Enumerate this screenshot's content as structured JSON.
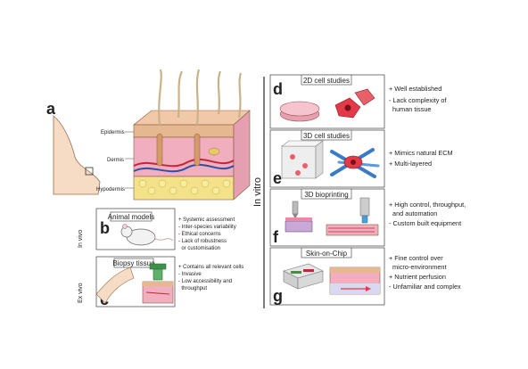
{
  "panel_a": {
    "letter": "a",
    "layers": [
      "Epidermis",
      "Dermis",
      "Hypodermis"
    ]
  },
  "panel_b": {
    "letter": "b",
    "side_label": "In vivo",
    "box_title": "Animal models",
    "bullets": [
      "+ Systemic assessment",
      "- Inter-species variability",
      "- Ethical concerns",
      "- Lack of robustness",
      "  or customisation"
    ]
  },
  "panel_c": {
    "letter": "c",
    "side_label": "Ex vivo",
    "box_title": "Biopsy tissue",
    "bullets": [
      "+ Contains all relevant cells",
      "- Invasive",
      "- Low accessibility and",
      "  throughput"
    ]
  },
  "in_vitro_label": "In vitro",
  "panel_d": {
    "letter": "d",
    "box_title": "2D cell studies",
    "bullets": [
      "+ Well established",
      "- Lack complexity of",
      "  human tissue"
    ]
  },
  "panel_e": {
    "letter": "e",
    "box_title": "3D cell studies",
    "bullets": [
      "+ Mimics natural ECM",
      "+ Multi-layered"
    ]
  },
  "panel_f": {
    "letter": "f",
    "box_title": "3D bioprinting",
    "bullets": [
      "+ High control, throughput,",
      "  and automation",
      "- Custom built equipment"
    ]
  },
  "panel_g": {
    "letter": "g",
    "box_title": "Skin-on-Chip",
    "bullets": [
      "+ Fine control over",
      "  micro-environment",
      "+ Nutrient perfusion",
      "- Unfamiliar and complex"
    ]
  }
}
